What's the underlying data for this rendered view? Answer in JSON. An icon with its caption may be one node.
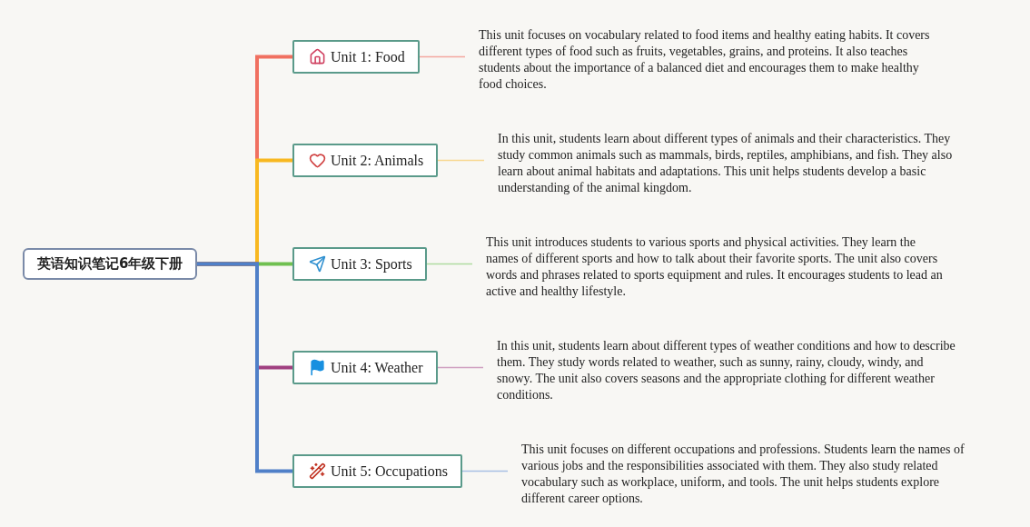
{
  "diagram": {
    "nodes": [
      {
        "text": [
          "英语知识笔记6年级下册"
        ]
      },
      {
        "text": [
          "Unit 1: Food"
        ]
      },
      {
        "text": [
          "Unit 2: Animals"
        ]
      },
      {
        "text": [
          "Unit 3: Sports"
        ]
      },
      {
        "text": [
          "Unit 4: Weather"
        ]
      },
      {
        "text": [
          "Unit 5: Occupations"
        ]
      },
      {
        "text": [
          "This unit focuses on vocabulary related to food items and healthy eating habits. It covers different types of food such as fruits, vegetables, grains, and proteins. It also teaches students about the importance of a balanced diet and encourages them to make healthy food choices."
        ]
      },
      {
        "text": [
          "In this unit, students learn about different types of animals and their characteristics. They study common animals such as mammals, birds, reptiles, amphibians, and fish. They also learn about animal habitats and adaptations. This unit helps students develop a basic understanding of the animal kingdom."
        ]
      },
      {
        "text": [
          "This unit introduces students to various sports and physical activities. They learn the names of different sports and how to talk about their favorite sports. The unit also covers words and phrases related to sports equipment and rules. It encourages students to lead an active and healthy lifestyle."
        ]
      },
      {
        "text": [
          "In this unit, students learn about different types of weather conditions and how to describe them. They study words related to weather, such as sunny, rainy, cloudy, windy, and snowy. The unit also covers seasons and the appropriate clothing for different weather conditions."
        ]
      },
      {
        "text": [
          "This unit focuses on different occupations and professions. Students learn the names of various jobs and the responsibilities associated with them. They also study related vocabulary such as workplace, uniform, and tools. The unit helps students explore different career options."
        ]
      }
    ],
    "edges": [
      {
        "from": 0,
        "to": 1,
        "arrow": "none",
        "style": "thick",
        "color": "#f07060"
      },
      {
        "from": 0,
        "to": 2,
        "arrow": "none",
        "style": "thick",
        "color": "#f8b820"
      },
      {
        "from": 0,
        "to": 3,
        "arrow": "none",
        "style": "thick",
        "color": "#70c050"
      },
      {
        "from": 0,
        "to": 4,
        "arrow": "none",
        "style": "thick",
        "color": "#a04080"
      },
      {
        "from": 0,
        "to": 5,
        "arrow": "none",
        "style": "thick",
        "color": "#5080c8"
      },
      {
        "from": 1,
        "to": 6,
        "arrow": "none",
        "color": "#f4a8a0"
      },
      {
        "from": 2,
        "to": 7,
        "arrow": "none",
        "color": "#f8d890"
      },
      {
        "from": 3,
        "to": 8,
        "arrow": "none",
        "color": "#b0dca0"
      },
      {
        "from": 4,
        "to": 9,
        "arrow": "none",
        "color": "#d0a0c0"
      },
      {
        "from": 5,
        "to": 10,
        "arrow": "none",
        "color": "#a8c0e4"
      }
    ]
  }
}
